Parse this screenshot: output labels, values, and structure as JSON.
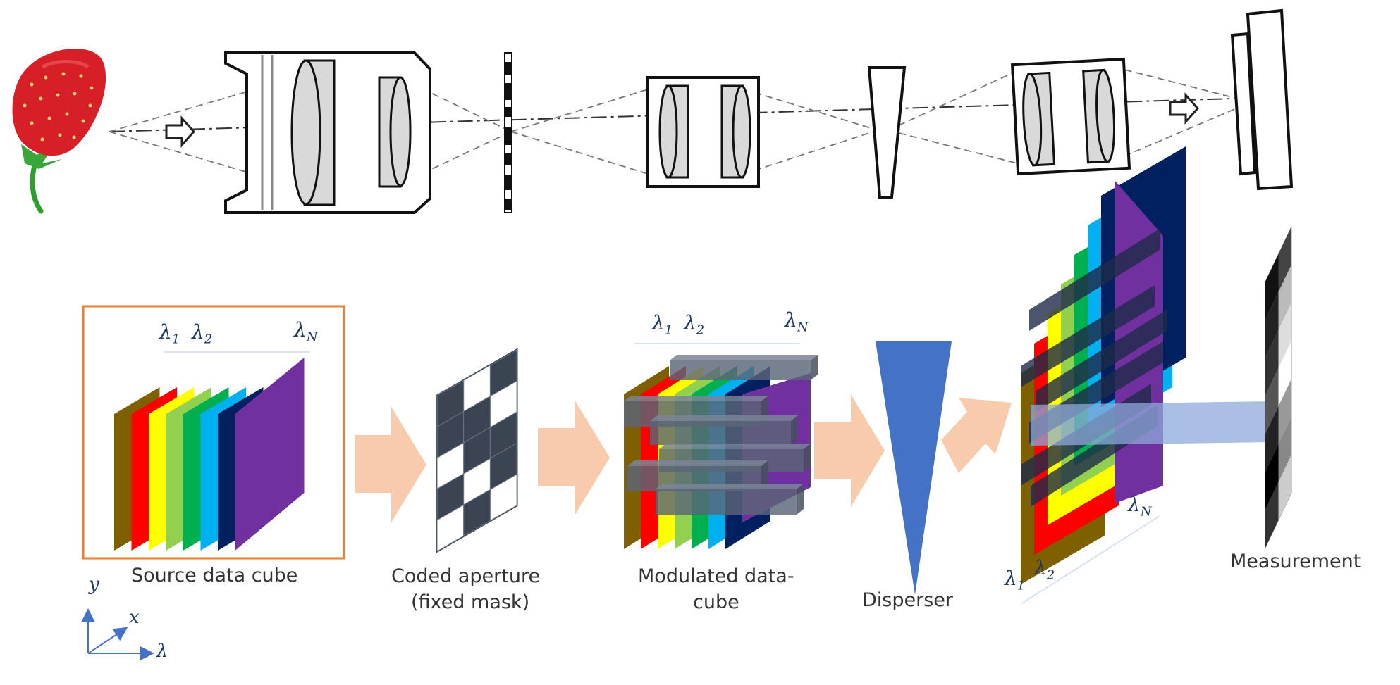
{
  "labels": {
    "source": "Source data cube",
    "aperture_line1": "Coded aperture",
    "aperture_line2": "(fixed mask)",
    "modulated_line1": "Modulated data-",
    "modulated_line2": "cube",
    "disperser": "Disperser",
    "measurement": "Measurement"
  },
  "wavelength": {
    "symbol": "λ",
    "sub1": "1",
    "sub2": "2",
    "subN": "N"
  },
  "axes": {
    "y": "y",
    "x": "x",
    "lambda": "λ"
  },
  "colors": {
    "spectral": [
      "#7f6000",
      "#ff0000",
      "#ffff00",
      "#92d050",
      "#00b050",
      "#00b0f0",
      "#002060",
      "#7030a0"
    ],
    "source_frame": "#ed7d31",
    "flow_arrow": "#f8cbad",
    "disperser": "#4472c4",
    "mask_dark": "#3b4452",
    "bar_gray": "#5a6578",
    "beam": "#8eaadb",
    "axis": "#4472c4"
  },
  "icons": [
    "strawberry-icon"
  ]
}
